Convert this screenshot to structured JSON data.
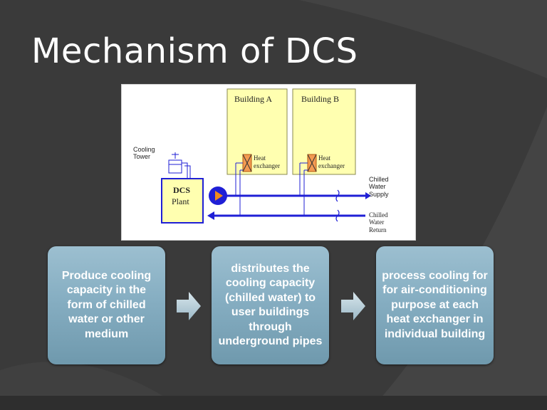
{
  "slide": {
    "title": "Mechanism of DCS"
  },
  "diagram": {
    "building_a": "Building A",
    "building_b": "Building B",
    "heat_exchanger_line1": "Heat",
    "heat_exchanger_line2": "exchanger",
    "cooling_tower_line1": "Cooling",
    "cooling_tower_line2": "Tower",
    "plant_line1": "DCS",
    "plant_line2": "Plant",
    "supply_line1": "Chilled",
    "supply_line2": "Water",
    "supply_line3": "Supply",
    "return_line1": "Chilled",
    "return_line2": "Water",
    "return_line3": "Return",
    "colors": {
      "building_fill": "#ffffb0",
      "pipe_blue": "#1f1fd6",
      "pump_orange": "#f08a1c"
    }
  },
  "steps": [
    {
      "text": "Produce cooling capacity in the form of chilled water or other medium"
    },
    {
      "text": "distributes the cooling capacity (chilled water) to user buildings through underground pipes"
    },
    {
      "text": "process cooling for for air-conditioning purpose at each heat exchanger in individual building"
    }
  ]
}
